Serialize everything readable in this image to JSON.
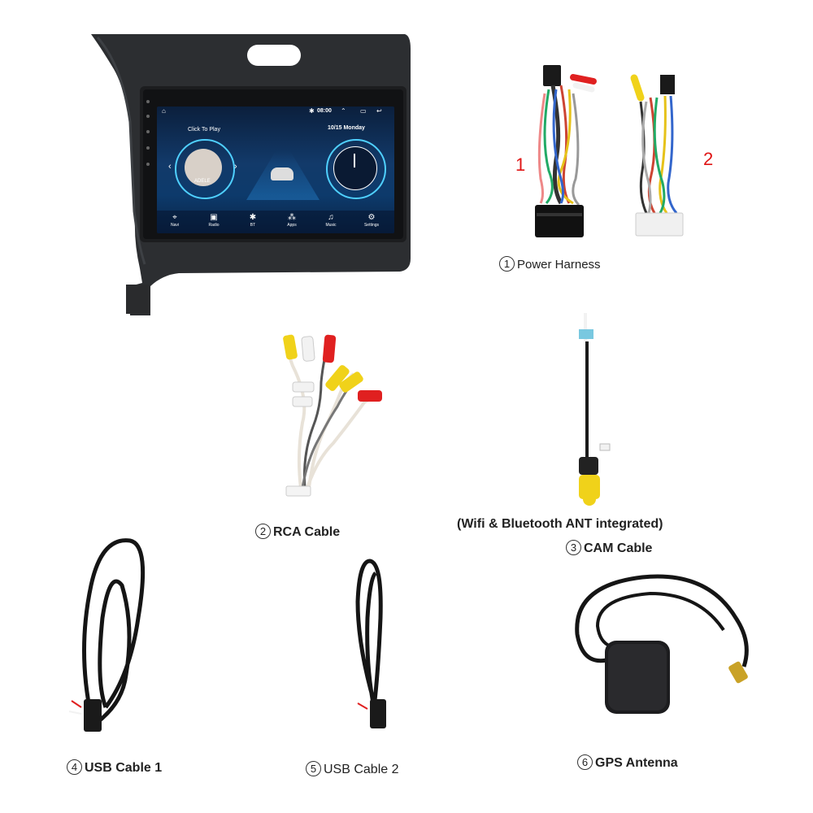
{
  "head_unit": {
    "status_time": "08:00",
    "click_to_play": "Click To Play",
    "date": "10/15 Monday",
    "album_text": "ADELE",
    "dock": [
      {
        "icon": "location-pin-icon",
        "label": "Navi"
      },
      {
        "icon": "radio-icon",
        "label": "Radio"
      },
      {
        "icon": "bluetooth-icon",
        "label": "BT"
      },
      {
        "icon": "apps-grid-icon",
        "label": "Apps"
      },
      {
        "icon": "music-note-icon",
        "label": "Music"
      },
      {
        "icon": "gear-icon",
        "label": "Settings"
      }
    ]
  },
  "harness_numbers": {
    "first": "1",
    "second": "2"
  },
  "captions": {
    "power_harness": {
      "num": "1",
      "label": "Power Harness"
    },
    "rca_cable": {
      "num": "2",
      "label": "RCA Cable"
    },
    "cam_note": "(Wifi & Bluetooth ANT integrated)",
    "cam_cable": {
      "num": "3",
      "label": "CAM Cable"
    },
    "usb_cable_1": {
      "num": "4",
      "label": "USB Cable 1"
    },
    "usb_cable_2": {
      "num": "5",
      "label": "USB Cable 2"
    },
    "gps_antenna": {
      "num": "6",
      "label": "GPS Antenna"
    }
  },
  "colors": {
    "frame": "#2b2d30",
    "wire_red": "#e02020",
    "wire_yellow": "#f0d21a",
    "wire_white": "#f2f2f2",
    "cable_black": "#151515"
  }
}
